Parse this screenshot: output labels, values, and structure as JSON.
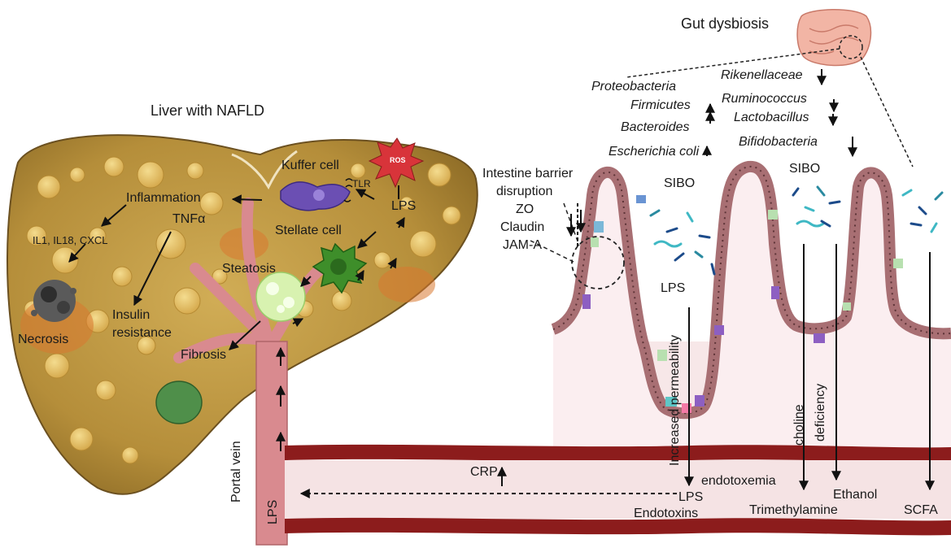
{
  "title": "Liver with NAFLD",
  "liver": {
    "kuffer_cell": "Kuffer cell",
    "tlr": "TLR",
    "ros": "ROS",
    "lps": "LPS",
    "stellate_cell": "Stellate cell",
    "inflammation": "Inflammation",
    "cytokines": "IL1, IL18, CXCL",
    "tnf": "TNFα",
    "steatosis": "Steatosis",
    "necrosis": "Necrosis",
    "insulin": "Insulin",
    "resistance": "resistance",
    "fibrosis": "Fibrosis"
  },
  "portal": {
    "portal_vein": "Portal vein",
    "lps": "LPS"
  },
  "gut": {
    "title": "Gut dysbiosis",
    "increased": [
      "Proteobacteria",
      "Firmicutes",
      "Bacteroides",
      "Escherichia coli"
    ],
    "decreased": [
      "Rikenellaceae",
      "Ruminococcus",
      "Lactobacillus",
      "Bifidobacteria"
    ],
    "barrier": [
      "Intestine barrier",
      "disruption",
      "ZO",
      "Claudin",
      "JAM-A"
    ],
    "sibo": "SIBO",
    "lps": "LPS",
    "increased_permeability": "Increased permeability",
    "choline": "choline",
    "deficiency": "deficiency",
    "crp": "CRP",
    "endotoxemia": "endotoxemia",
    "lps_bottom": "LPS",
    "endotoxins": "Endotoxins",
    "trimethylamine": "Trimethylamine",
    "ethanol": "Ethanol",
    "scfa": "SCFA"
  },
  "colors": {
    "liver": "#b9913f",
    "vessel": "#d98a8f",
    "villus_wall": "#a86f73",
    "blood_vessel": "#8c1c1c",
    "ros": "#d8343a",
    "stellate": "#3e8e2a",
    "kupffer": "#6b4fb3"
  }
}
